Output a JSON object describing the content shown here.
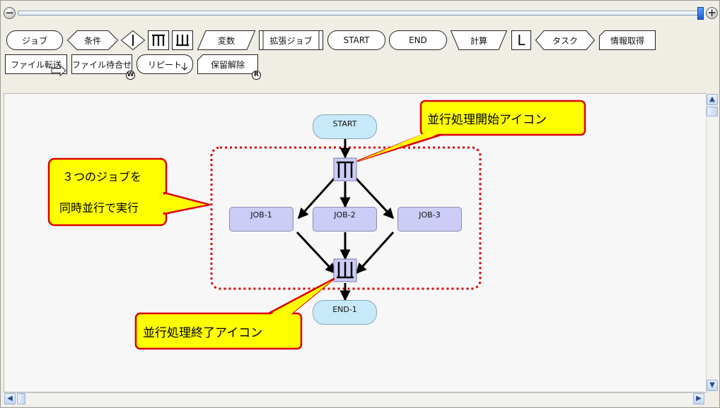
{
  "zoom": {
    "minus": "−",
    "plus": "+",
    "level_fraction": 0.99
  },
  "palette": {
    "row1": [
      {
        "id": "job",
        "label": "ジョブ"
      },
      {
        "id": "condition",
        "label": "条件"
      },
      {
        "id": "branch",
        "label": ""
      },
      {
        "id": "parallel-start",
        "label": ""
      },
      {
        "id": "parallel-end",
        "label": ""
      },
      {
        "id": "variable",
        "label": "変数"
      },
      {
        "id": "extended-job",
        "label": "拡張ジョブ"
      },
      {
        "id": "start",
        "label": "START"
      },
      {
        "id": "end",
        "label": "END"
      },
      {
        "id": "calc",
        "label": "計算"
      },
      {
        "id": "loop",
        "label": "L"
      },
      {
        "id": "task",
        "label": "タスク"
      },
      {
        "id": "info",
        "label": "情報取得"
      }
    ],
    "row2": [
      {
        "id": "file-transfer",
        "label": "ファイル転送"
      },
      {
        "id": "file-wait",
        "label": "ファイル待合せ",
        "badge": "W"
      },
      {
        "id": "repeat",
        "label": "リピート"
      },
      {
        "id": "hold-release",
        "label": "保留解除",
        "badge": "R"
      }
    ]
  },
  "diagram": {
    "nodes": {
      "start": "START",
      "job1": "JOB-1",
      "job2": "JOB-2",
      "job3": "JOB-3",
      "end": "END-1"
    },
    "callouts": {
      "parallel_start": "並行処理開始アイコン",
      "parallel_end": "並行処理終了アイコン",
      "three_jobs_line1": "３つのジョブを",
      "three_jobs_line2": "同時並行で実行"
    }
  },
  "scroll": {
    "up": "▲",
    "down": "▼",
    "left": "◀",
    "right": "▶"
  },
  "colors": {
    "callout_fill": "#ffff00",
    "callout_border": "#dd0000",
    "dotted_group": "#dd0000",
    "job_fill": "#ccccf7",
    "terminal_fill": "#c7e9f9"
  }
}
